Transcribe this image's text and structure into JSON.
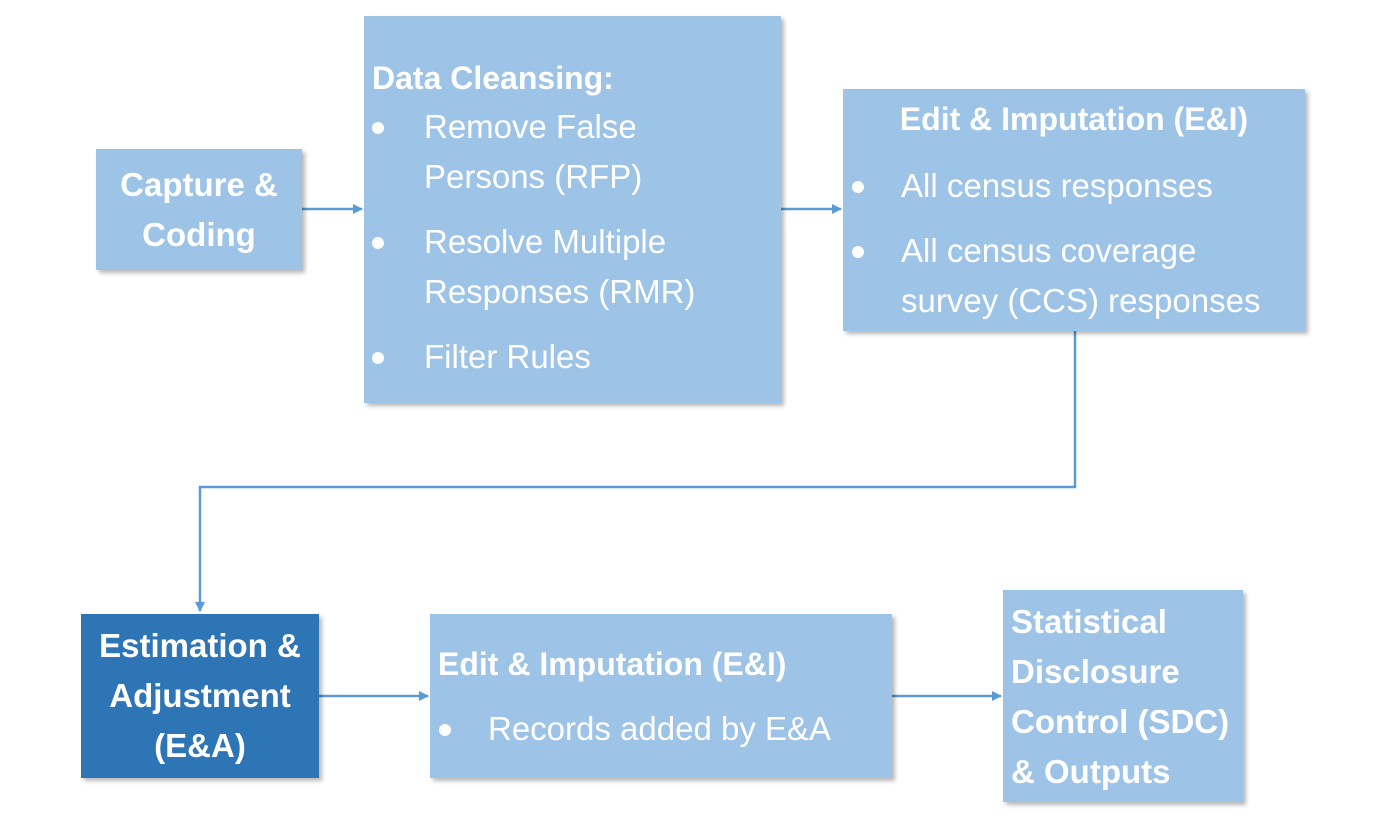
{
  "capture": {
    "lines": [
      "Capture &",
      "Coding"
    ]
  },
  "cleansing": {
    "title": "Data Cleansing:",
    "items": [
      [
        "Remove False",
        "Persons (RFP)"
      ],
      [
        "Resolve Multiple",
        "Responses (RMR)"
      ],
      [
        "Filter Rules"
      ]
    ]
  },
  "edit_top": {
    "title": "Edit & Imputation (E&I)",
    "items": [
      [
        "All census responses"
      ],
      [
        "All census coverage",
        "survey (CCS) responses"
      ]
    ]
  },
  "estimation": {
    "lines": [
      "Estimation &",
      "Adjustment",
      "(E&A)"
    ]
  },
  "edit_bottom": {
    "title": "Edit & Imputation (E&I)",
    "items": [
      [
        "Records added by E&A"
      ]
    ]
  },
  "sdc": {
    "lines": [
      "Statistical",
      "Disclosure",
      "Control (SDC)",
      "& Outputs"
    ]
  },
  "colors": {
    "box_light": "#9dc3e6",
    "box_dark": "#2e75b6",
    "arrow": "#5b9bd5",
    "text": "#ffffff"
  }
}
